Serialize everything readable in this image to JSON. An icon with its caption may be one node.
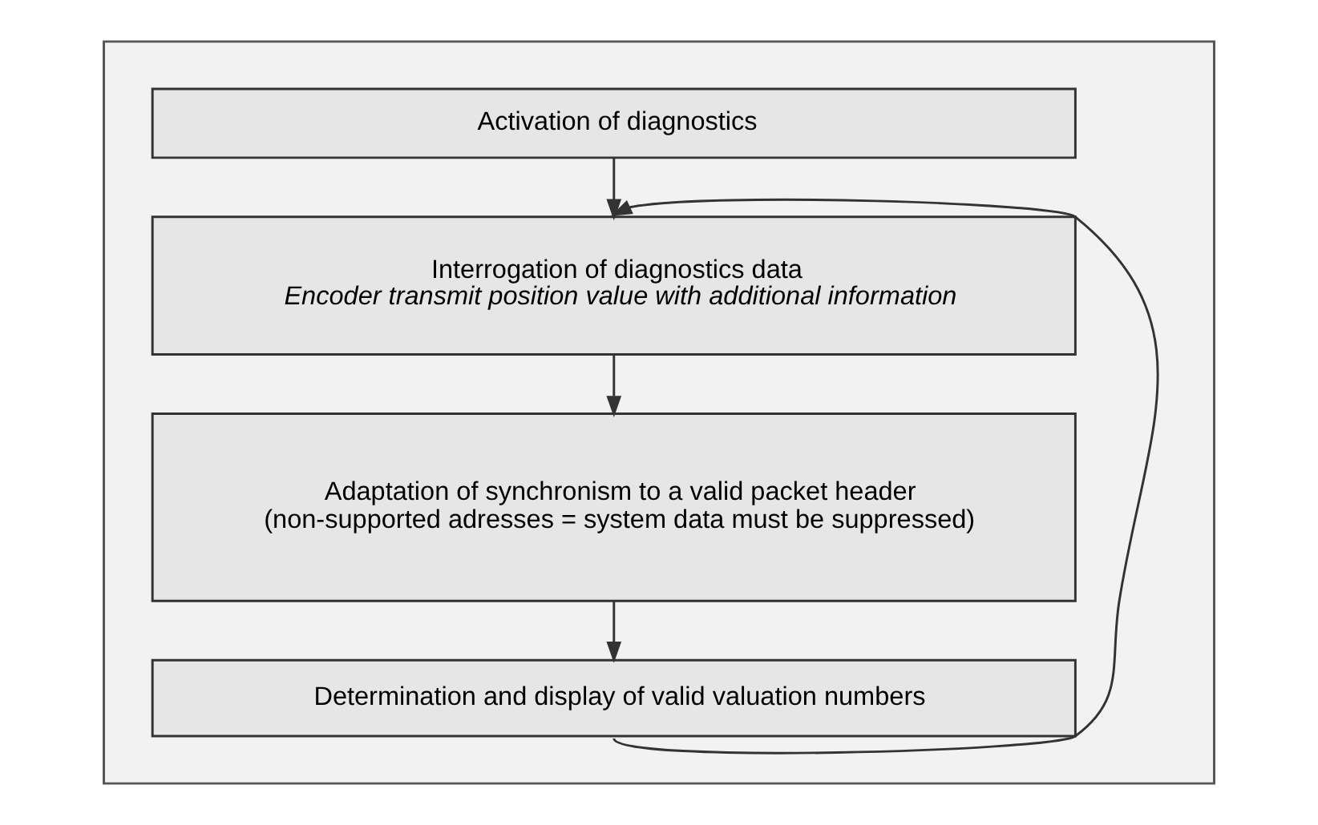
{
  "diagram": {
    "nodes": [
      {
        "text": [],
        "shape": "box"
      },
      {
        "text": [
          "Activation of diagnostics"
        ],
        "in": 0
      },
      {
        "text": [
          "Interrogation of diagnostics data",
          "Encoder transmit position value with additional information"
        ],
        "in": 0
      },
      {
        "text": [
          "Adaptation of synchronism to a valid packet header",
          "(non-supported adresses = system data must be suppressed)"
        ],
        "in": 0
      },
      {
        "text": [
          "Determination and display of valid valuation numbers"
        ],
        "in": 0
      }
    ],
    "edges": [
      {
        "from": 1,
        "to": 2,
        "arrow": "to"
      },
      {
        "from": 2,
        "to": 3,
        "arrow": "to"
      },
      {
        "from": 3,
        "to": 4,
        "arrow": "to"
      },
      {
        "from": 4,
        "to": 2,
        "arrow": "to"
      }
    ]
  }
}
